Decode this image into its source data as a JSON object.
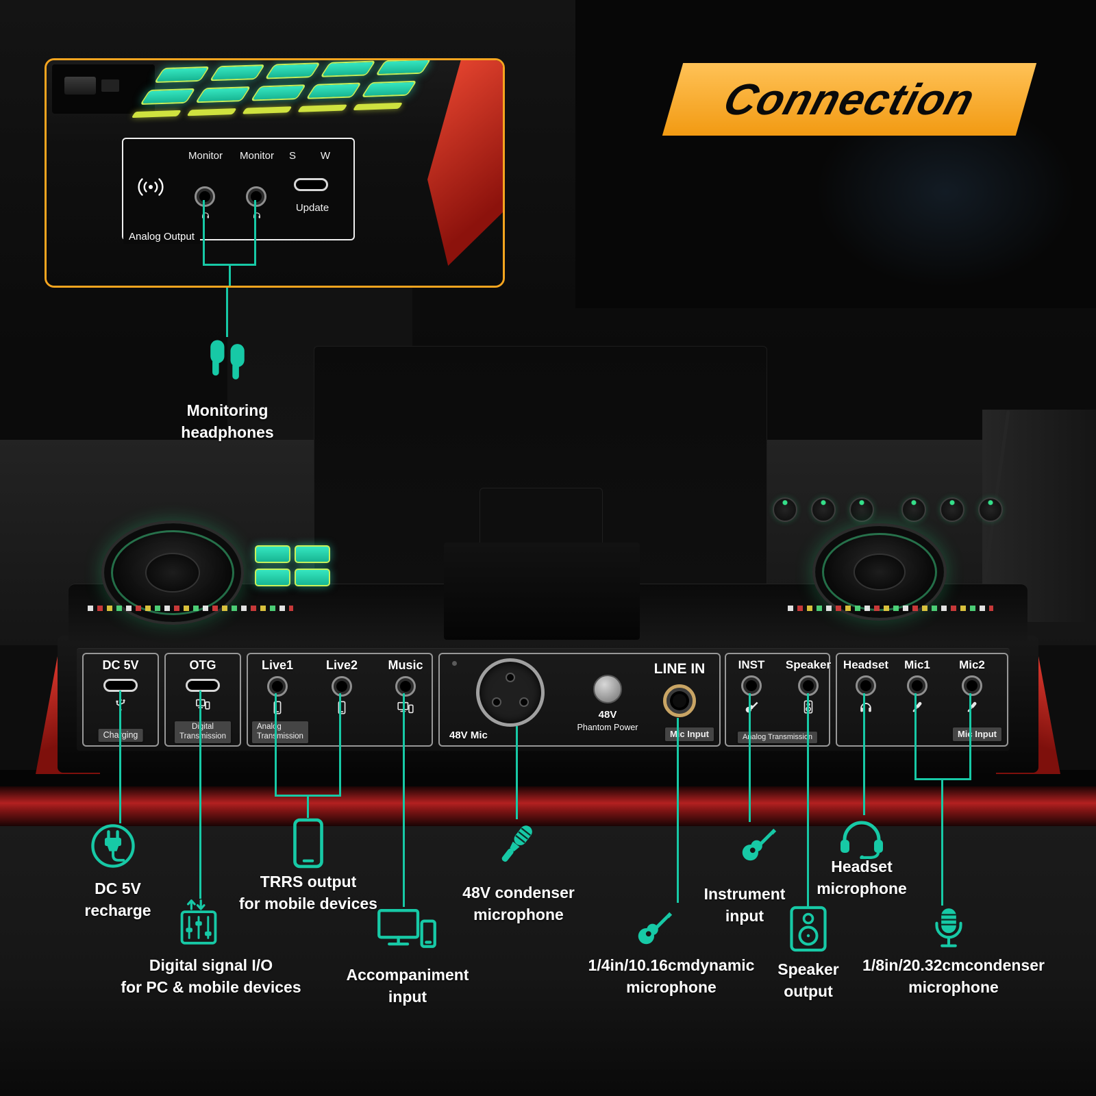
{
  "colors": {
    "teal": "#17C9A6",
    "orange": "#F6A51F",
    "red": "#C62A22",
    "background": "#0D0D0D"
  },
  "banner": {
    "title": "Connection"
  },
  "inset": {
    "monitor1": "Monitor",
    "monitor2": "Monitor",
    "s": "S",
    "w": "W",
    "update": "Update",
    "analog_output": "Analog Output"
  },
  "panel": {
    "dc5v": {
      "title": "DC 5V",
      "caption": "Charging"
    },
    "otg": {
      "title": "OTG",
      "caption1": "Digital",
      "caption2": "Transmission"
    },
    "analog": {
      "port1": "Live1",
      "port2": "Live2",
      "port3": "Music",
      "caption1": "Analog",
      "caption2": "Transmission"
    },
    "center": {
      "xlr_label": "48V Mic",
      "phantom_line1": "48V",
      "phantom_line2": "Phantom Power",
      "line_in": "LINE IN",
      "caption": "Mic Input"
    },
    "inst": {
      "port1": "INST",
      "port2": "Speaker",
      "caption": "Analog Transmission"
    },
    "micin": {
      "port1": "Headset",
      "port2": "Mic1",
      "port3": "Mic2",
      "caption": "Mic Input"
    }
  },
  "callouts": {
    "monitoring": {
      "line1": "Monitoring",
      "line2": "headphones"
    },
    "dc": {
      "line1": "DC 5V",
      "line2": "recharge"
    },
    "digital": {
      "line1": "Digital signal I/O",
      "line2": "for PC & mobile devices"
    },
    "trrs": {
      "line1": "TRRS output",
      "line2": "for mobile devices"
    },
    "accompaniment": {
      "line1": "Accompaniment",
      "line2": "input"
    },
    "condenser48": {
      "line1": "48V condenser",
      "line2": "microphone"
    },
    "instrument": {
      "line1": "Instrument",
      "line2": "input"
    },
    "dynamic": {
      "line1": "1/4in/10.16cmdynamic",
      "line2": "microphone"
    },
    "speaker": {
      "line1": "Speaker",
      "line2": "output"
    },
    "headset": {
      "line1": "Headset",
      "line2": "microphone"
    },
    "condenser18": {
      "line1": "1/8in/20.32cmcondenser",
      "line2": "microphone"
    }
  },
  "icons": {
    "earbuds-icon": "svg-shape",
    "plug-icon": "svg-shape",
    "faders-io-icon": "svg-shape",
    "phone-icon": "svg-shape",
    "screen-phone-icon": "svg-shape",
    "dynamic-mic-icon": "svg-shape",
    "guitar-icon": "svg-shape",
    "speaker-icon": "svg-shape",
    "headset-icon": "svg-shape",
    "studio-mic-icon": "svg-shape",
    "wireless-icon": "svg-shape",
    "usb-icon": "svg-shape",
    "pc-phone-icon": "svg-shape",
    "headphone-jack-icon": "svg-shape",
    "mic-jack-icon": "svg-shape"
  }
}
